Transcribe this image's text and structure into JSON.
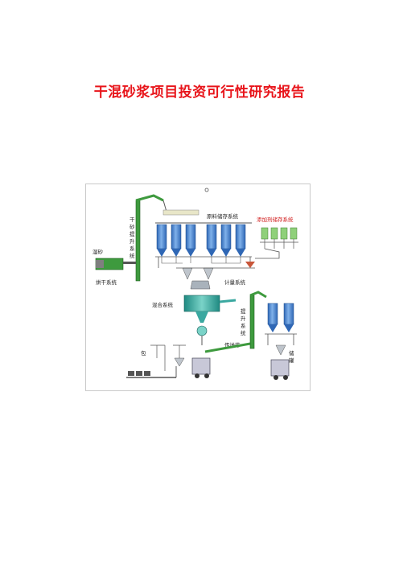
{
  "document": {
    "title": "干混砂浆项目投资可行性研究报告"
  },
  "figure": {
    "labels": {
      "lift_top": [
        "干",
        "砂",
        "提",
        "升",
        "系",
        "统"
      ],
      "wet_sand": "湿砂",
      "dryer": "烘干系统",
      "raw_storage": "原料储存系统",
      "additive_storage": "添加剂储存系统",
      "metering": "计量系统",
      "mixing": "混合系统",
      "lift_right": [
        "提",
        "升",
        "系",
        "统"
      ],
      "conveyor": "传送带",
      "bulk": [
        "储",
        "罐"
      ],
      "bagging": "包"
    },
    "colors": {
      "silo": "#3f7fd0",
      "silo_light": "#9cc3ee",
      "frame": "#4a4a4a",
      "lift": "#3e9a3e",
      "additive": "#8fd07a",
      "mixer": "#3aa8a0"
    }
  }
}
